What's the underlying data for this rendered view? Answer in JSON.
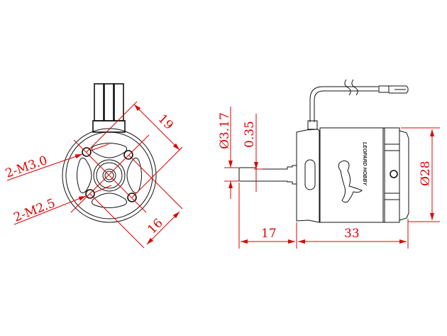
{
  "front_view": {
    "mount_holes_large": "2-M3.0",
    "mount_holes_small": "2-M2.5",
    "spacing_large": "19",
    "spacing_small": "16"
  },
  "side_view": {
    "shaft_diameter": "Ø3.17",
    "flat_depth": "0.35",
    "body_diameter": "Ø28",
    "shaft_length": "17",
    "body_length": "33",
    "logo_text": "LEOPARD HOBBY"
  },
  "colors": {
    "dimension": "#e00000",
    "outline": "#111111"
  }
}
